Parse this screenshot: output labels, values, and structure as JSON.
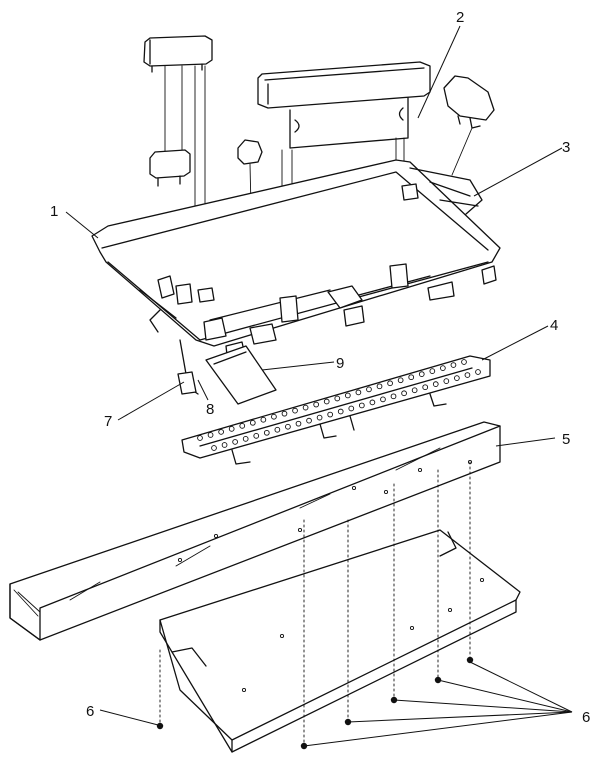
{
  "callouts": [
    {
      "id": "1",
      "text": "1"
    },
    {
      "id": "2",
      "text": "2"
    },
    {
      "id": "3",
      "text": "3"
    },
    {
      "id": "4",
      "text": "4"
    },
    {
      "id": "5",
      "text": "5"
    },
    {
      "id": "6a",
      "text": "6"
    },
    {
      "id": "6b",
      "text": "6"
    },
    {
      "id": "7",
      "text": "7"
    },
    {
      "id": "8",
      "text": "8"
    },
    {
      "id": "9",
      "text": "9"
    }
  ],
  "colors": {
    "ink": "#111111",
    "paper": "#ffffff"
  }
}
